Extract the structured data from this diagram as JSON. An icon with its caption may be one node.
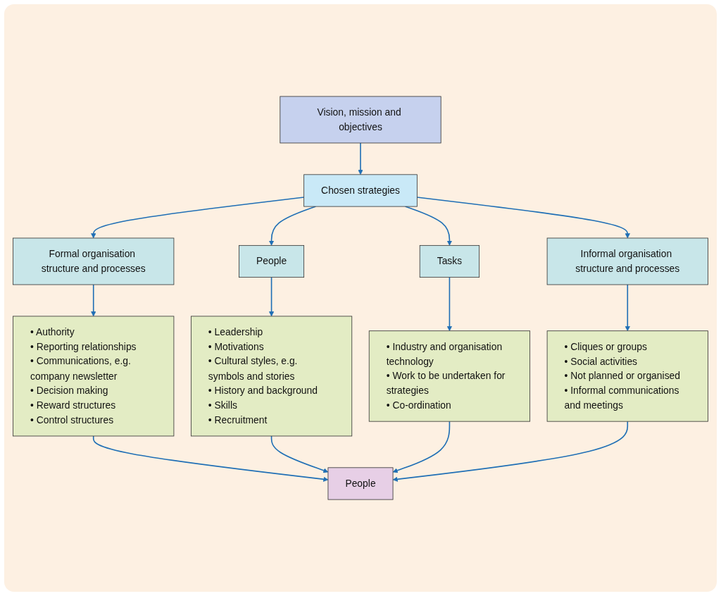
{
  "diagram": {
    "nodes": [
      {
        "text": [
          "Vision, mission and objectives"
        ]
      },
      {
        "text": [
          "Chosen strategies"
        ]
      },
      {
        "text": [
          "Formal organisation structure and processes"
        ]
      },
      {
        "text": [
          "People"
        ]
      },
      {
        "text": [
          "Tasks"
        ]
      },
      {
        "text": [
          "Informal organisation structure and processes"
        ]
      },
      {
        "text": [
          "• Authority",
          "• Reporting relationships",
          "• Communications, e.g. company newsletter",
          "• Decision making",
          "• Reward structures",
          "• Control structures"
        ]
      },
      {
        "text": [
          "• Leadership",
          "• Motivations",
          "• Cultural styles, e.g. symbols and stories",
          "• History and background",
          "• Skills",
          "• Recruitment"
        ]
      },
      {
        "text": [
          "• Industry and organisation technology",
          "• Work to be undertaken for strategies",
          "• Co-ordination"
        ]
      },
      {
        "text": [
          "• Cliques or groups",
          "• Social activities",
          "• Not planned or organised",
          "• Informal communications and meetings"
        ]
      },
      {
        "text": [
          "People"
        ]
      }
    ],
    "edges": [
      {
        "from": 0,
        "to": 1,
        "arrow": "to"
      },
      {
        "from": 1,
        "to": 2,
        "arrow": "to"
      },
      {
        "from": 1,
        "to": 3,
        "arrow": "to"
      },
      {
        "from": 1,
        "to": 4,
        "arrow": "to"
      },
      {
        "from": 1,
        "to": 5,
        "arrow": "to"
      },
      {
        "from": 2,
        "to": 6,
        "arrow": "to"
      },
      {
        "from": 3,
        "to": 7,
        "arrow": "to"
      },
      {
        "from": 4,
        "to": 8,
        "arrow": "to"
      },
      {
        "from": 5,
        "to": 9,
        "arrow": "to"
      },
      {
        "from": 6,
        "to": 10,
        "arrow": "to"
      },
      {
        "from": 7,
        "to": 10,
        "arrow": "to"
      },
      {
        "from": 8,
        "to": 10,
        "arrow": "to"
      },
      {
        "from": 9,
        "to": 10,
        "arrow": "to"
      }
    ]
  }
}
